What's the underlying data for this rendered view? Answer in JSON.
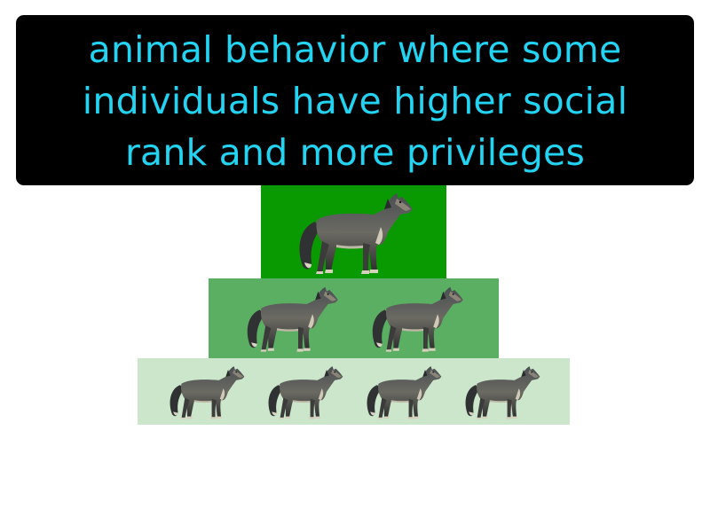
{
  "caption": {
    "lines": [
      "animal behavior where some",
      "individuals have higher social",
      "rank and more privileges"
    ],
    "text_color": "#22d3f2",
    "background_color": "#000000"
  },
  "hierarchy": {
    "tiers": [
      {
        "label": "top",
        "animal": "wolf-icon",
        "count": 1,
        "color": "#089a00"
      },
      {
        "label": "middle",
        "animal": "wolf-icon",
        "count": 2,
        "color": "#5aaf62"
      },
      {
        "label": "bottom",
        "animal": "wolf-icon",
        "count": 4,
        "color": "#cbe6ca"
      }
    ]
  }
}
